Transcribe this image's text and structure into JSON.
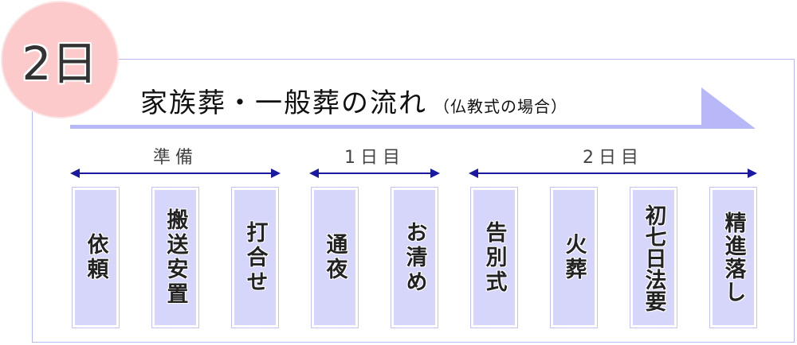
{
  "badge": "2日",
  "title": {
    "main": "家族葬・一般葬の流れ",
    "sub": "（仏教式の場合）"
  },
  "groups": [
    {
      "label": "準備"
    },
    {
      "label": "1日目"
    },
    {
      "label": "2日目"
    }
  ],
  "steps": [
    {
      "label": "依頼"
    },
    {
      "label": "搬送安置"
    },
    {
      "label": "打合せ"
    },
    {
      "label": "通夜"
    },
    {
      "label": "お清め"
    },
    {
      "label": "告別式"
    },
    {
      "label": "火葬"
    },
    {
      "label": "初七日法要"
    },
    {
      "label": "精進落し"
    }
  ],
  "colors": {
    "badge": "#fccaca",
    "accent": "#b8b8f8",
    "box": "#d6d6fa",
    "arrow": "#1a1aa0"
  }
}
